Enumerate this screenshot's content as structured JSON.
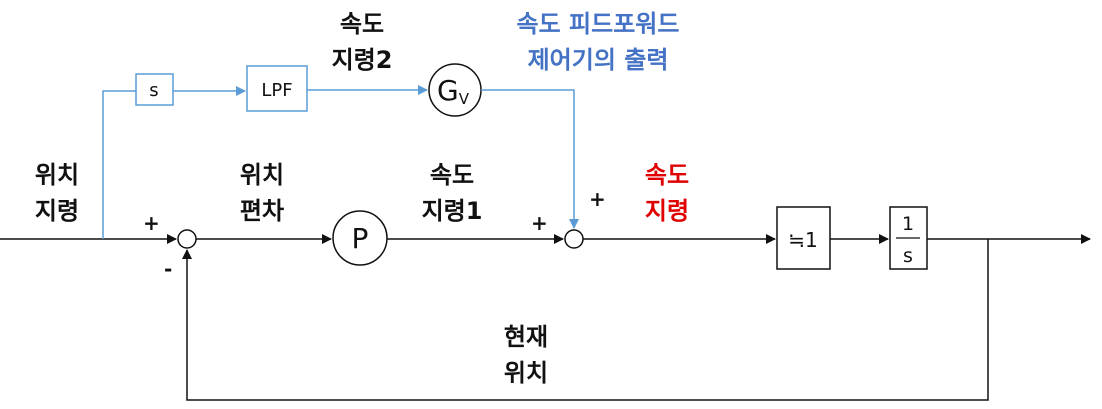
{
  "labels": {
    "pos_cmd": [
      "위치",
      "지령"
    ],
    "pos_err": [
      "위치",
      "편차"
    ],
    "vel_cmd1": [
      "속도",
      "지령1"
    ],
    "vel_cmd2": [
      "속도",
      "지령2"
    ],
    "ff_output": [
      "속도 피드포워드",
      "제어기의 출력"
    ],
    "vel_cmd": [
      "속도",
      "지령"
    ],
    "cur_pos": [
      "현재",
      "위치"
    ]
  },
  "blocks": {
    "s": "s",
    "lpf": "LPF",
    "gv_main": "G",
    "gv_sub": "V",
    "p": "P",
    "approx_one": "≒1",
    "integrator_num": "1",
    "integrator_den": "s"
  },
  "signs": {
    "sum1_plus": "+",
    "sum1_minus": "-",
    "sum2_plus_left": "+",
    "sum2_plus_top": "+"
  },
  "colors": {
    "line": "#111111",
    "feedforward": "#5b9bd5",
    "ff_label": "#4472c4",
    "vel_label": "#e00000"
  }
}
